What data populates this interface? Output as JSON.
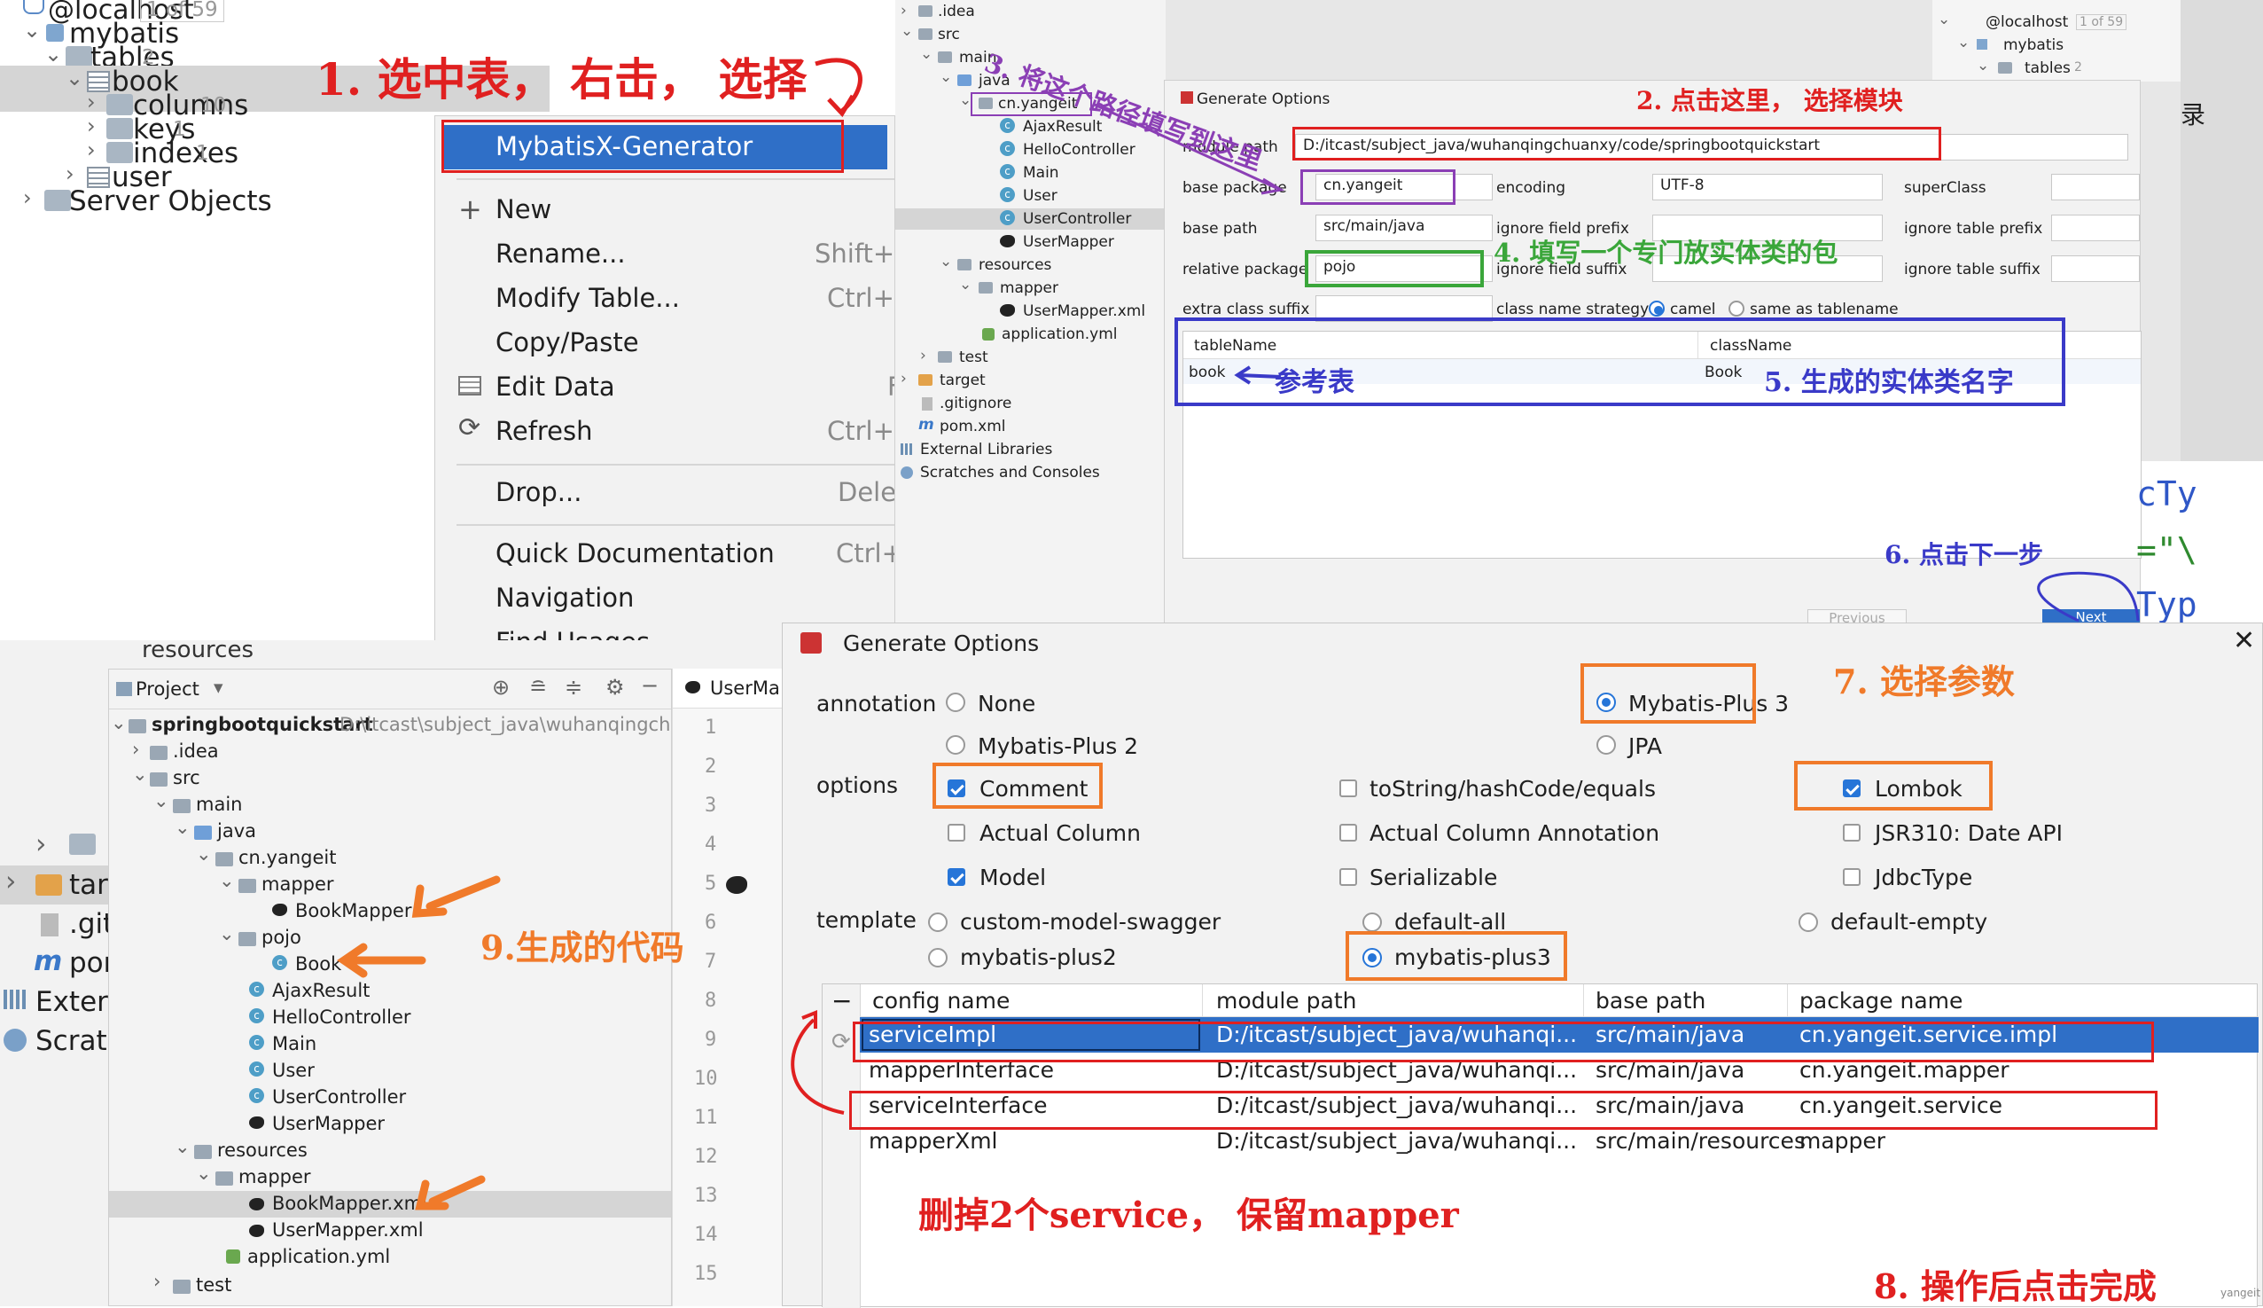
{
  "db_tree": {
    "connection": "@localhost",
    "counter": "1 of 59",
    "db": "mybatis",
    "tables": "tables",
    "tables_count": "2",
    "book": "book",
    "columns": "columns",
    "columns_count": "10",
    "keys": "keys",
    "keys_count": "1",
    "indexes": "indexes",
    "indexes_count": "1",
    "user": "user",
    "server_objects": "Server Objects"
  },
  "context_menu": {
    "highlighted": "MybatisX-Generator",
    "items": [
      {
        "label": "New",
        "shortcut": ""
      },
      {
        "label": "Rename...",
        "shortcut": "Shift+F"
      },
      {
        "label": "Modify Table...",
        "shortcut": "Ctrl+F"
      },
      {
        "label": "Copy/Paste",
        "shortcut": ""
      },
      {
        "label": "Edit Data",
        "shortcut": "F"
      },
      {
        "label": "Refresh",
        "shortcut": "Ctrl+F"
      },
      {
        "label": "Drop...",
        "shortcut": "Dele"
      },
      {
        "label": "Quick Documentation",
        "shortcut": "Ctrl+"
      },
      {
        "label": "Navigation",
        "shortcut": ""
      },
      {
        "label": "Find Usages",
        "shortcut": ""
      }
    ]
  },
  "project_tree_small": {
    "items": [
      ".idea",
      "src",
      "main",
      "java",
      "cn.yangeit",
      "AjaxResult",
      "HelloController",
      "Main",
      "User",
      "UserController",
      "UserMapper",
      "resources",
      "mapper",
      "UserMapper.xml",
      "application.yml",
      "test",
      "target",
      ".gitignore",
      "pom.xml",
      "External Libraries",
      "Scratches and Consoles"
    ]
  },
  "mini_db": {
    "connection": "@localhost",
    "counter": "1 of 59",
    "db": "mybatis",
    "tables": "tables",
    "tables_count": "2",
    "side_char": "录"
  },
  "gen_options_1": {
    "title": "Generate Options",
    "module_path_label": "module path",
    "module_path": "D:/itcast/subject_java/wuhanqingchuanxy/code/springbootquickstart",
    "base_package_label": "base package",
    "base_package": "cn.yangeit",
    "encoding_label": "encoding",
    "encoding": "UTF-8",
    "superclass_label": "superClass",
    "base_path_label": "base path",
    "base_path": "src/main/java",
    "ignore_field_prefix": "ignore field prefix",
    "ignore_table_prefix": "ignore table prefix",
    "relative_package_label": "relative package",
    "relative_package": "pojo",
    "ignore_field_suffix": "ignore field suffix",
    "ignore_table_suffix": "ignore table suffix",
    "extra_class_suffix": "extra class suffix",
    "class_name_strategy": "class name strategy",
    "camel": "camel",
    "same_as_tablename": "same as tablename",
    "col_table_name": "tableName",
    "col_class_name": "className",
    "row_table": "book",
    "row_class": "Book",
    "previous": "Previous",
    "next": "Next",
    "code_snips": [
      "cTy",
      "=\"\\",
      "Typ"
    ]
  },
  "project_panel": {
    "title": "Project",
    "tab": "UserMa",
    "root": "springbootquickstart",
    "root_path": "D:\\itcast\\subject_java\\wuhanqingchuan",
    "items": [
      ".idea",
      "src",
      "main",
      "java",
      "cn.yangeit",
      "mapper",
      "BookMapper",
      "pojo",
      "Book",
      "AjaxResult",
      "HelloController",
      "Main",
      "User",
      "UserController",
      "UserMapper",
      "resources",
      "mapper",
      "BookMapper.xml",
      "UserMapper.xml",
      "application.yml",
      "test"
    ],
    "line_numbers": [
      "1",
      "2",
      "3",
      "4",
      "5",
      "6",
      "7",
      "8",
      "9",
      "10",
      "11",
      "12",
      "13",
      "14",
      "15"
    ],
    "under_items": [
      "resources",
      "targ",
      ".git",
      "pom",
      "Extern",
      "Scrato"
    ]
  },
  "gen_options_2": {
    "title": "Generate Options",
    "annotation_label": "annotation",
    "ann_none": "None",
    "ann_mp2": "Mybatis-Plus 2",
    "ann_mp3": "Mybatis-Plus 3",
    "ann_jpa": "JPA",
    "options_label": "options",
    "opt_comment": "Comment",
    "opt_tostring": "toString/hashCode/equals",
    "opt_lombok": "Lombok",
    "opt_actual_column": "Actual Column",
    "opt_actual_column_ann": "Actual Column Annotation",
    "opt_jsr310": "JSR310: Date API",
    "opt_model": "Model",
    "opt_serializable": "Serializable",
    "opt_jdbctype": "JdbcType",
    "template_label": "template",
    "tpl_swagger": "custom-model-swagger",
    "tpl_default_all": "default-all",
    "tpl_default_empty": "default-empty",
    "tpl_mp2": "mybatis-plus2",
    "tpl_mp3": "mybatis-plus3",
    "table_headers": [
      "config name",
      "module path",
      "base path",
      "package name"
    ],
    "rows": [
      [
        "serviceImpl",
        "D:/itcast/subject_java/wuhanqi...",
        "src/main/java",
        "cn.yangeit.service.impl"
      ],
      [
        "mapperInterface",
        "D:/itcast/subject_java/wuhanqi...",
        "src/main/java",
        "cn.yangeit.mapper"
      ],
      [
        "serviceInterface",
        "D:/itcast/subject_java/wuhanqi...",
        "src/main/java",
        "cn.yangeit.service"
      ],
      [
        "mapperXml",
        "D:/itcast/subject_java/wuhanqi...",
        "src/main/resources",
        "mapper"
      ]
    ],
    "minus": "−",
    "watermark": "yangeit"
  },
  "annotations": {
    "a1": "1. 选中表， 右击， 选择",
    "a2": "2. 点击这里， 选择模块",
    "a3": "3. 将这个路径填写到这里",
    "a4": "4. 填写一个专门放实体类的包",
    "a5": "5. 生成的实体类名字",
    "a_ref": "参考表",
    "a6": "6. 点击下一步",
    "a7": "7. 选择参数",
    "a8": "8. 操作后点击完成",
    "a9": "9.生成的代码",
    "a_del": "删掉2个service， 保留mapper"
  },
  "colors": {
    "red": "#e02020",
    "orange": "#f07a2a",
    "green": "#3aa63a",
    "purple": "#8b3fb5",
    "blue_ann": "#3a3ac8",
    "selection": "#2f6fc7"
  }
}
